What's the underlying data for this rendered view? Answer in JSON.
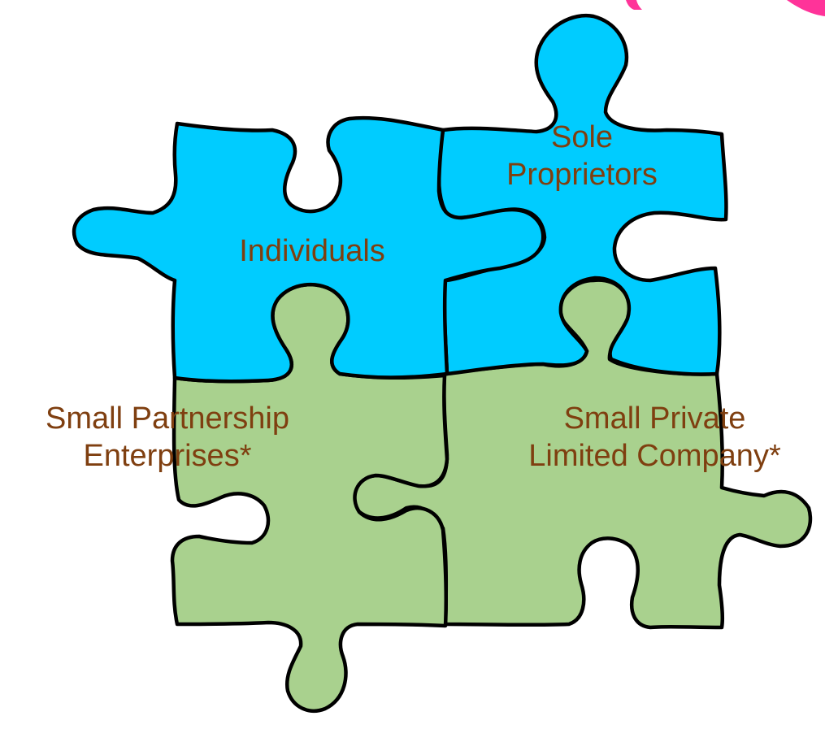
{
  "colors": {
    "top_pieces": "#00ccff",
    "bottom_pieces": "#a9d18e",
    "label_text": "#7f3f10",
    "corner_accent": "#ff3399",
    "outline": "#000000"
  },
  "pieces": {
    "top_left": {
      "lines": [
        "Individuals"
      ]
    },
    "top_right": {
      "lines": [
        "Sole",
        "Proprietors"
      ]
    },
    "bottom_left": {
      "lines": [
        "Small Partnership",
        "Enterprises*"
      ]
    },
    "bottom_right": {
      "lines": [
        "Small Private",
        "Limited Company*"
      ]
    }
  }
}
